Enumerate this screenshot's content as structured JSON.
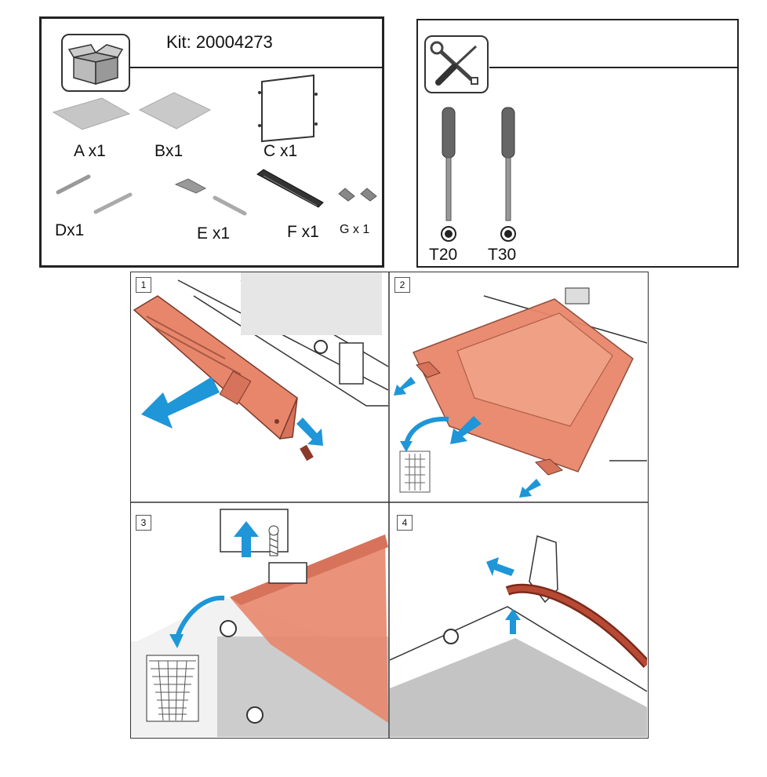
{
  "kit": {
    "title": "Kit: 20004273",
    "parts": [
      {
        "id": "A",
        "label": "A x1"
      },
      {
        "id": "B",
        "label": "Bx1"
      },
      {
        "id": "C",
        "label": "C x1"
      },
      {
        "id": "D",
        "label": "Dx1"
      },
      {
        "id": "E",
        "label": "E x1"
      },
      {
        "id": "F",
        "label": "F x1"
      },
      {
        "id": "G",
        "label": "G x 1"
      }
    ]
  },
  "tools": {
    "icon": "wrench-screwdriver-icon",
    "items": [
      {
        "label": "T20",
        "icon": "torx-screwdriver-icon"
      },
      {
        "label": "T30",
        "icon": "torx-screwdriver-icon"
      }
    ]
  },
  "steps": [
    {
      "number": "1"
    },
    {
      "number": "2"
    },
    {
      "number": "3"
    },
    {
      "number": "4"
    }
  ],
  "colors": {
    "highlight_part": "#e8866b",
    "arrow": "#1e96d8",
    "frame": "#222222",
    "grey_part": "#b8b8b8"
  }
}
